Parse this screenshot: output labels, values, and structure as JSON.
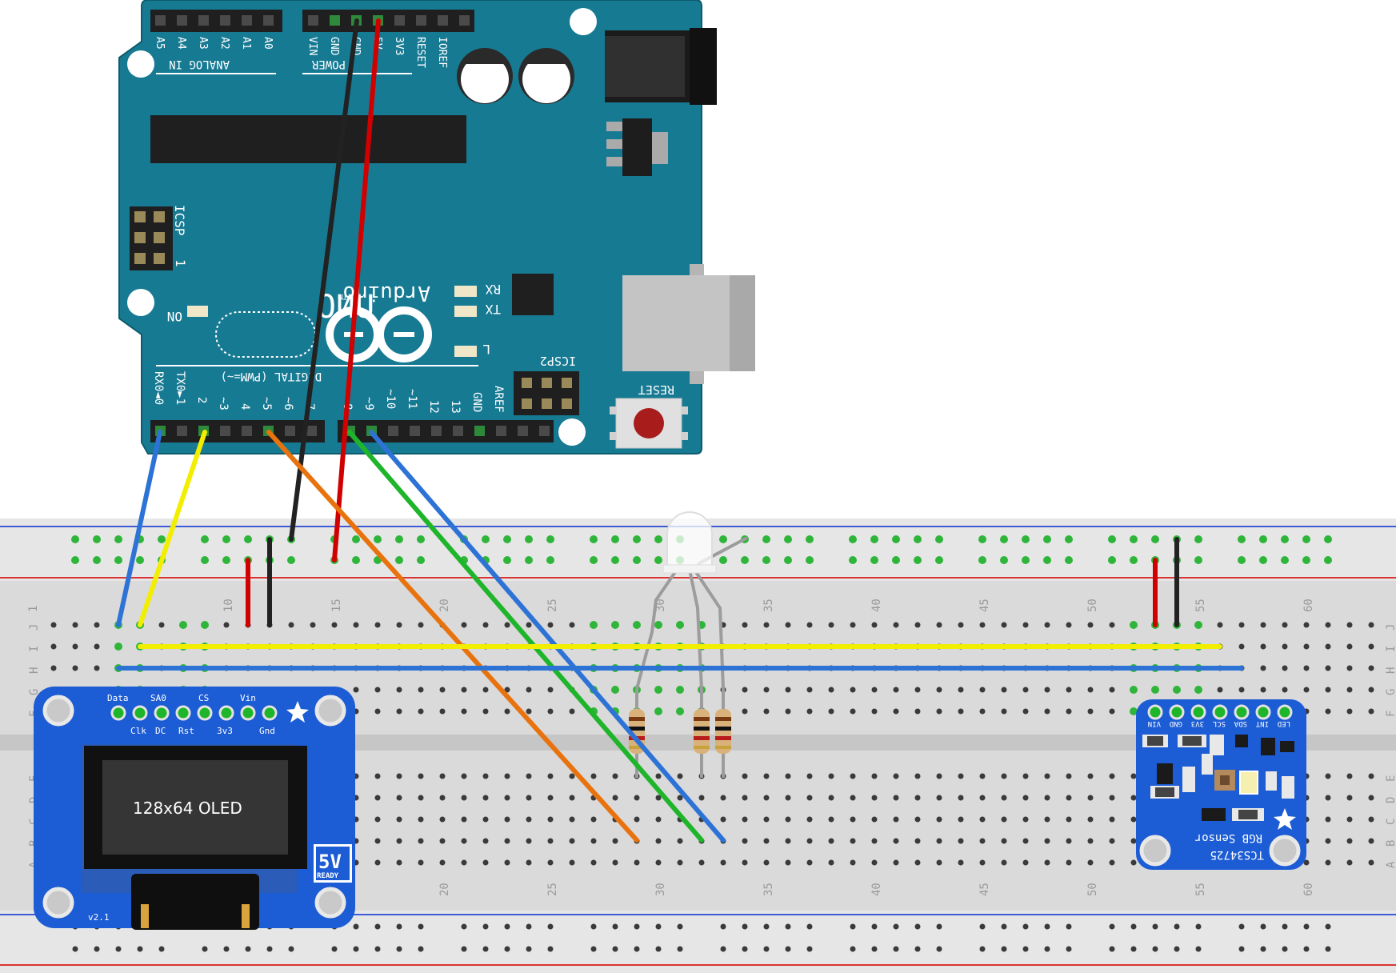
{
  "arduino": {
    "analog_header_title": "ANALOG IN",
    "analog_pins": [
      "A5",
      "A4",
      "A3",
      "A2",
      "A1",
      "A0"
    ],
    "power_header_title": "POWER",
    "power_pins": [
      "VIN",
      "GND",
      "GND",
      "5V",
      "3V3",
      "RESET",
      "IOREF"
    ],
    "digital_header_title": "DIGITAL (PWM=~)",
    "digital_pins_low": [
      "RX0◄0",
      "TX0►1",
      "2",
      "~3",
      "4",
      "~5",
      "~6",
      "7"
    ],
    "digital_pins_high": [
      "8",
      "~9",
      "~10",
      "~11",
      "12",
      "13",
      "GND",
      "AREF"
    ],
    "brand": "Arduino",
    "trademark": "TM",
    "model": "UNO",
    "icsp_label": "ICSP",
    "icsp_pin1": "1",
    "icsp2_label": "ICSP2",
    "reset_label": "RESET",
    "led_on": "ON",
    "led_rx": "RX",
    "led_tx": "TX",
    "led_l": "L"
  },
  "breadboard": {
    "column_numbers": [
      "1",
      "10",
      "15",
      "20",
      "25",
      "30",
      "35",
      "40",
      "45",
      "50",
      "55",
      "60"
    ],
    "row_letters_top": [
      "J",
      "I",
      "H",
      "G",
      "F"
    ],
    "row_letters_bottom": [
      "E",
      "D",
      "C",
      "B",
      "A"
    ]
  },
  "oled": {
    "label": "128x64 OLED",
    "pins_top": [
      "Data",
      "SA0",
      "CS",
      "Vin"
    ],
    "pins_bottom": [
      "Clk",
      "DC",
      "Rst",
      "3v3",
      "Gnd"
    ],
    "badge_big": "5V",
    "badge_small": "READY",
    "version": "v2.1"
  },
  "rgb_sensor": {
    "pins": [
      "VIN",
      "GND",
      "3V3",
      "SCL",
      "SDA",
      "INT",
      "LED"
    ],
    "title_line1": "RGB Sensor",
    "title_line2": "TCS34725"
  },
  "colors": {
    "arduino_board": "#177a93",
    "breadboard": "#dadada",
    "wire_red": "#d10000",
    "wire_black": "#222222",
    "wire_blue": "#2d73d6",
    "wire_yellow": "#f2ee00",
    "wire_orange": "#e8730e",
    "wire_green": "#1fb52a",
    "adafruit_blue": "#1c5cd4"
  }
}
